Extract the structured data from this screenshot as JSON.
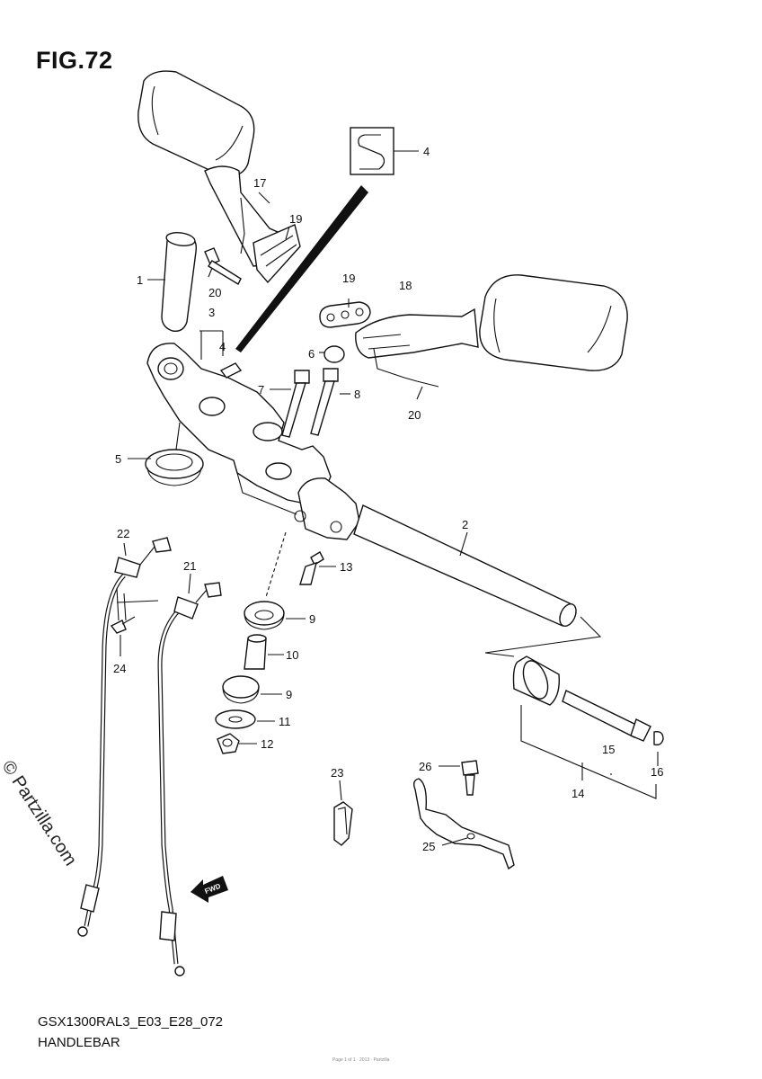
{
  "figure": {
    "title": "FIG.72",
    "model_code": "GSX1300RAL3_E03_E28_072",
    "name": "HANDLEBAR",
    "watermark": "© Partzilla.com",
    "footer_note": "Page 1 of 1 · 2013 · Partzilla"
  },
  "callouts": [
    "1",
    "2",
    "3",
    "4",
    "4",
    "5",
    "6",
    "7",
    "8",
    "9",
    "9",
    "10",
    "11",
    "12",
    "13",
    "14",
    "15",
    "16",
    "17",
    "18",
    "19",
    "19",
    "20",
    "20",
    "21",
    "22",
    "23",
    "24",
    "25",
    "26"
  ],
  "fwd_label": "FWD"
}
